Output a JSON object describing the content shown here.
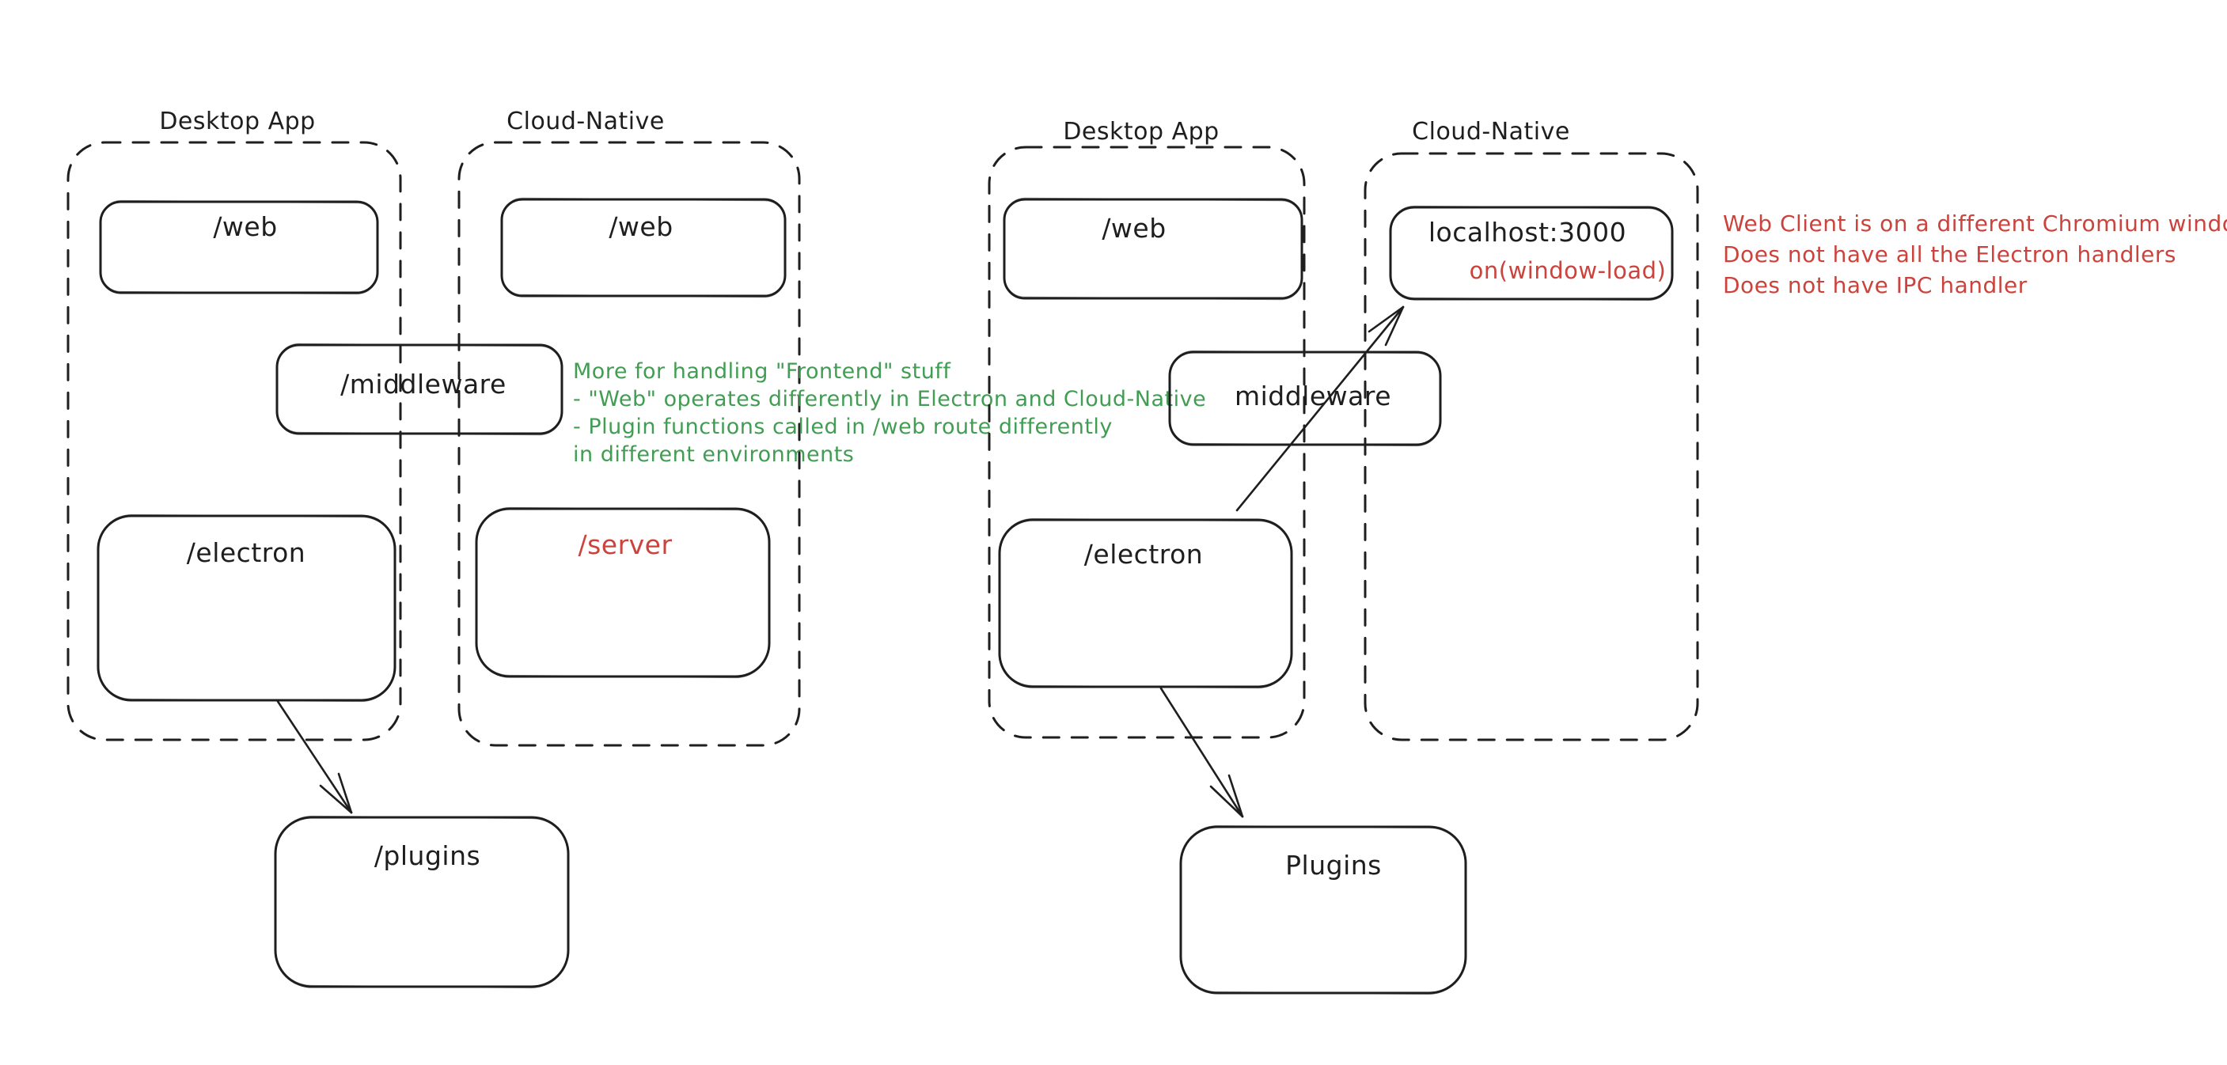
{
  "colors": {
    "ink": "#1e1e1e",
    "green": "#419d53",
    "red": "#cc423c",
    "bg": "#ffffff"
  },
  "groups": {
    "left": {
      "desktop_app_label": "Desktop App",
      "cloud_native_label": "Cloud-Native"
    },
    "right": {
      "desktop_app_label": "Desktop App",
      "cloud_native_label": "Cloud-Native"
    }
  },
  "boxes": {
    "left_desktop_web": "/web",
    "left_cloud_web": "/web",
    "left_middleware": "/middleware",
    "left_desktop_electron": "/electron",
    "left_cloud_server": "/server",
    "left_plugins": "/plugins",
    "right_desktop_web": "/web",
    "right_cloud_localhost": "localhost:3000",
    "right_cloud_window_load": "on(window-load)",
    "right_middleware": "middleware",
    "right_desktop_electron": "/electron",
    "right_plugins": "Plugins"
  },
  "notes": {
    "green_lines": [
      "More for handling \"Frontend\" stuff",
      "- \"Web\" operates differently in Electron and Cloud-Native",
      "- Plugin functions called in /web route differently",
      "in different environments"
    ],
    "red_lines": [
      "Web Client is on a different Chromium window",
      "Does not have all the Electron handlers",
      "Does not have IPC handler"
    ]
  }
}
